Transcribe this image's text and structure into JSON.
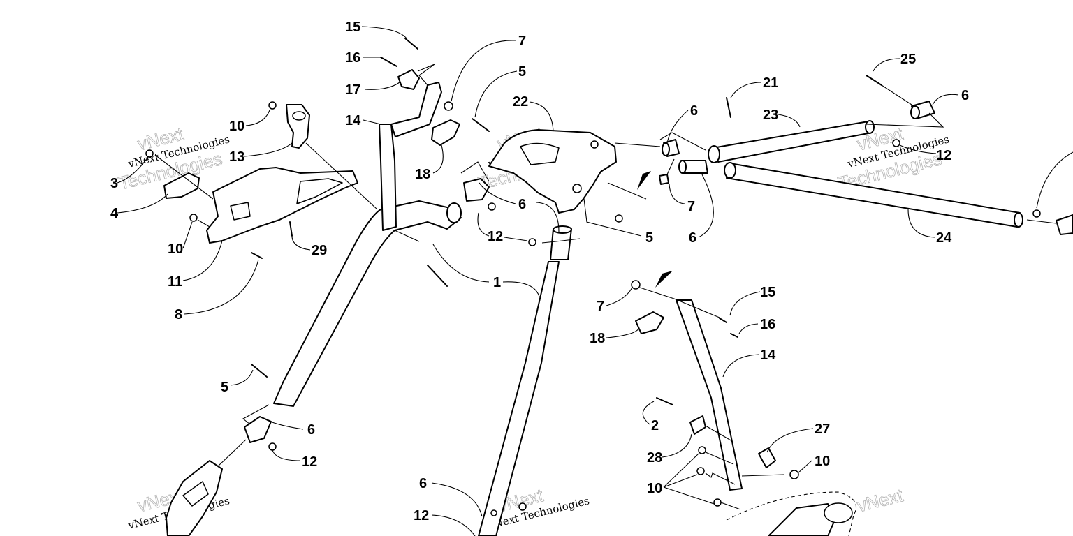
{
  "watermark": {
    "line1": "vNext Technologies",
    "line2": "vNext",
    "line3": "Technologies"
  },
  "callouts": [
    {
      "id": "c15a",
      "text": "15"
    },
    {
      "id": "c16a",
      "text": "16"
    },
    {
      "id": "c17",
      "text": "17"
    },
    {
      "id": "c7a",
      "text": "7"
    },
    {
      "id": "c5a",
      "text": "5"
    },
    {
      "id": "c22",
      "text": "22"
    },
    {
      "id": "c14a",
      "text": "14"
    },
    {
      "id": "c18a",
      "text": "18"
    },
    {
      "id": "c10a",
      "text": "10"
    },
    {
      "id": "c13",
      "text": "13"
    },
    {
      "id": "c3",
      "text": "3"
    },
    {
      "id": "c4",
      "text": "4"
    },
    {
      "id": "c10b",
      "text": "10"
    },
    {
      "id": "c11",
      "text": "11"
    },
    {
      "id": "c8",
      "text": "8"
    },
    {
      "id": "c29",
      "text": "29"
    },
    {
      "id": "c6a",
      "text": "6"
    },
    {
      "id": "c12a",
      "text": "12"
    },
    {
      "id": "c1",
      "text": "1"
    },
    {
      "id": "c5b",
      "text": "5"
    },
    {
      "id": "c6b",
      "text": "6"
    },
    {
      "id": "c12b",
      "text": "12"
    },
    {
      "id": "c6c",
      "text": "6"
    },
    {
      "id": "c12c",
      "text": "12"
    },
    {
      "id": "c6d",
      "text": "6"
    },
    {
      "id": "c21",
      "text": "21"
    },
    {
      "id": "c23",
      "text": "23"
    },
    {
      "id": "c25",
      "text": "25"
    },
    {
      "id": "c6e",
      "text": "6"
    },
    {
      "id": "c12d",
      "text": "12"
    },
    {
      "id": "c7b",
      "text": "7"
    },
    {
      "id": "c6f",
      "text": "6"
    },
    {
      "id": "c24",
      "text": "24"
    },
    {
      "id": "c5c",
      "text": "5"
    },
    {
      "id": "c7c",
      "text": "7"
    },
    {
      "id": "c15b",
      "text": "15"
    },
    {
      "id": "c16b",
      "text": "16"
    },
    {
      "id": "c18b",
      "text": "18"
    },
    {
      "id": "c14b",
      "text": "14"
    },
    {
      "id": "c2",
      "text": "2"
    },
    {
      "id": "c27",
      "text": "27"
    },
    {
      "id": "c28",
      "text": "28"
    },
    {
      "id": "c10c",
      "text": "10"
    },
    {
      "id": "c10d",
      "text": "10"
    }
  ]
}
